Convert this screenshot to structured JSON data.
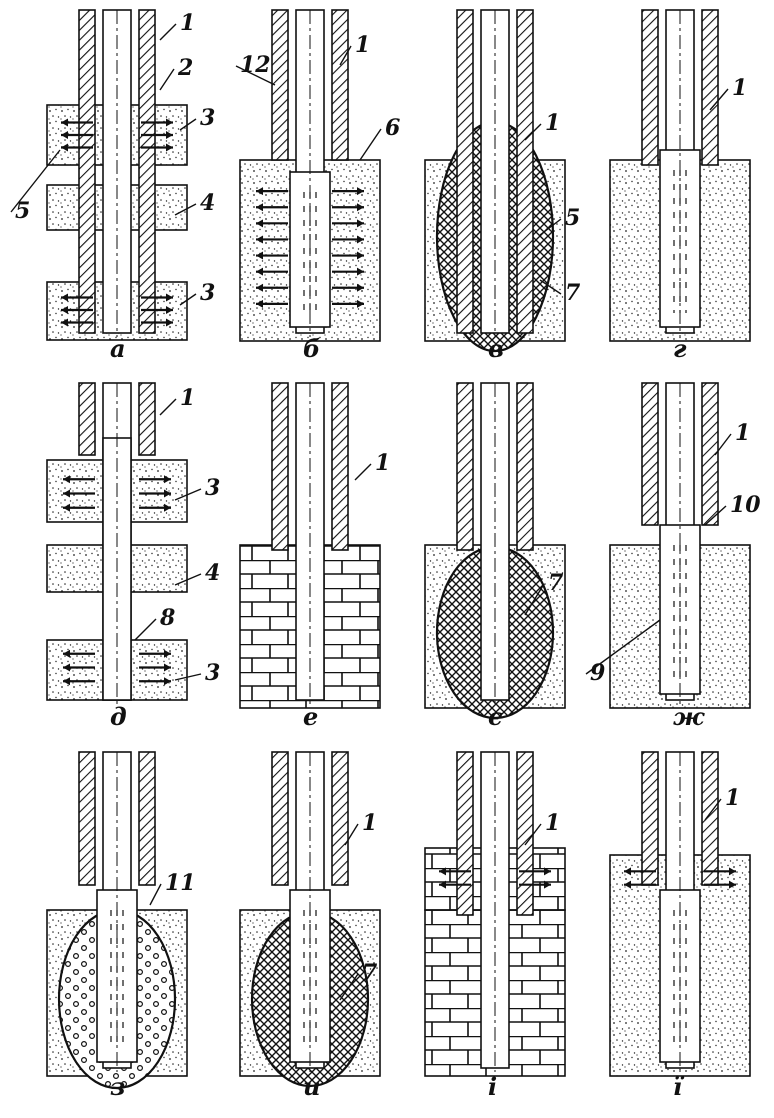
{
  "figure": {
    "panels": [
      {
        "caption": "а",
        "callouts": [
          "1",
          "2",
          "3",
          "4",
          "5",
          "3"
        ]
      },
      {
        "caption": "б",
        "callouts": [
          "12",
          "1",
          "6"
        ]
      },
      {
        "caption": "в",
        "callouts": [
          "1",
          "5",
          "7"
        ]
      },
      {
        "caption": "г",
        "callouts": [
          "1"
        ]
      },
      {
        "caption": "д",
        "callouts": [
          "1",
          "3",
          "4",
          "8",
          "3"
        ]
      },
      {
        "caption": "е",
        "callouts": [
          "1"
        ]
      },
      {
        "caption": "є",
        "callouts": [
          "7"
        ]
      },
      {
        "caption": "ж",
        "callouts": [
          "1",
          "10",
          "9"
        ]
      },
      {
        "caption": "з",
        "callouts": [
          "11"
        ]
      },
      {
        "caption": "и",
        "callouts": [
          "1",
          "7"
        ]
      },
      {
        "caption": "і",
        "callouts": [
          "1"
        ]
      },
      {
        "caption": "ї",
        "callouts": [
          "1"
        ]
      }
    ],
    "colors": {
      "ink": "#111111",
      "sand": "#ffffff"
    }
  }
}
